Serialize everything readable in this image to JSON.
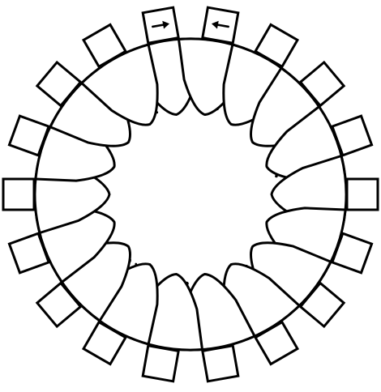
{
  "figure": {
    "ink_color": "#000000",
    "paper_color": "#ffffff",
    "unit_count": 18,
    "boxes_with_arrows": [
      {
        "index": 0,
        "arrow_direction": "right"
      },
      {
        "index": 1,
        "arrow_direction": "left"
      }
    ]
  }
}
